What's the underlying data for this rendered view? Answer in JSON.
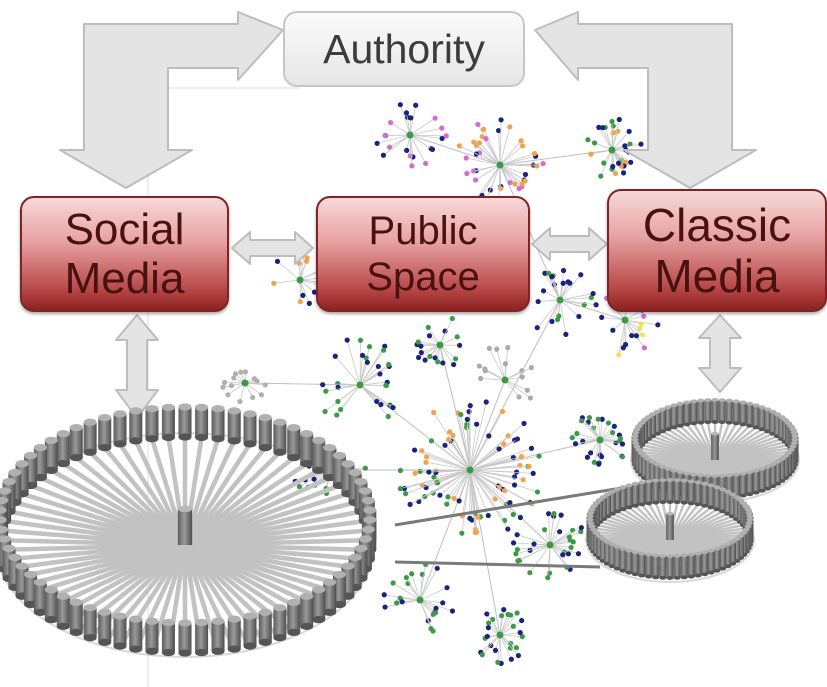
{
  "nodes": {
    "authority": "Authority",
    "social": [
      "Social",
      "Media"
    ],
    "public": [
      "Public",
      "Space"
    ],
    "classic": [
      "Classic",
      "Media"
    ]
  },
  "colors": {
    "arrow_fill": "#e4e4e4",
    "arrow_stroke": "#bdbdbd",
    "box_red": "#a33a3a",
    "network_orange": "#f2a24a",
    "network_navy": "#1a237e",
    "network_green": "#3c9a46",
    "network_pink": "#d66bd1",
    "cylinder_gray": "#7a7a7a"
  }
}
